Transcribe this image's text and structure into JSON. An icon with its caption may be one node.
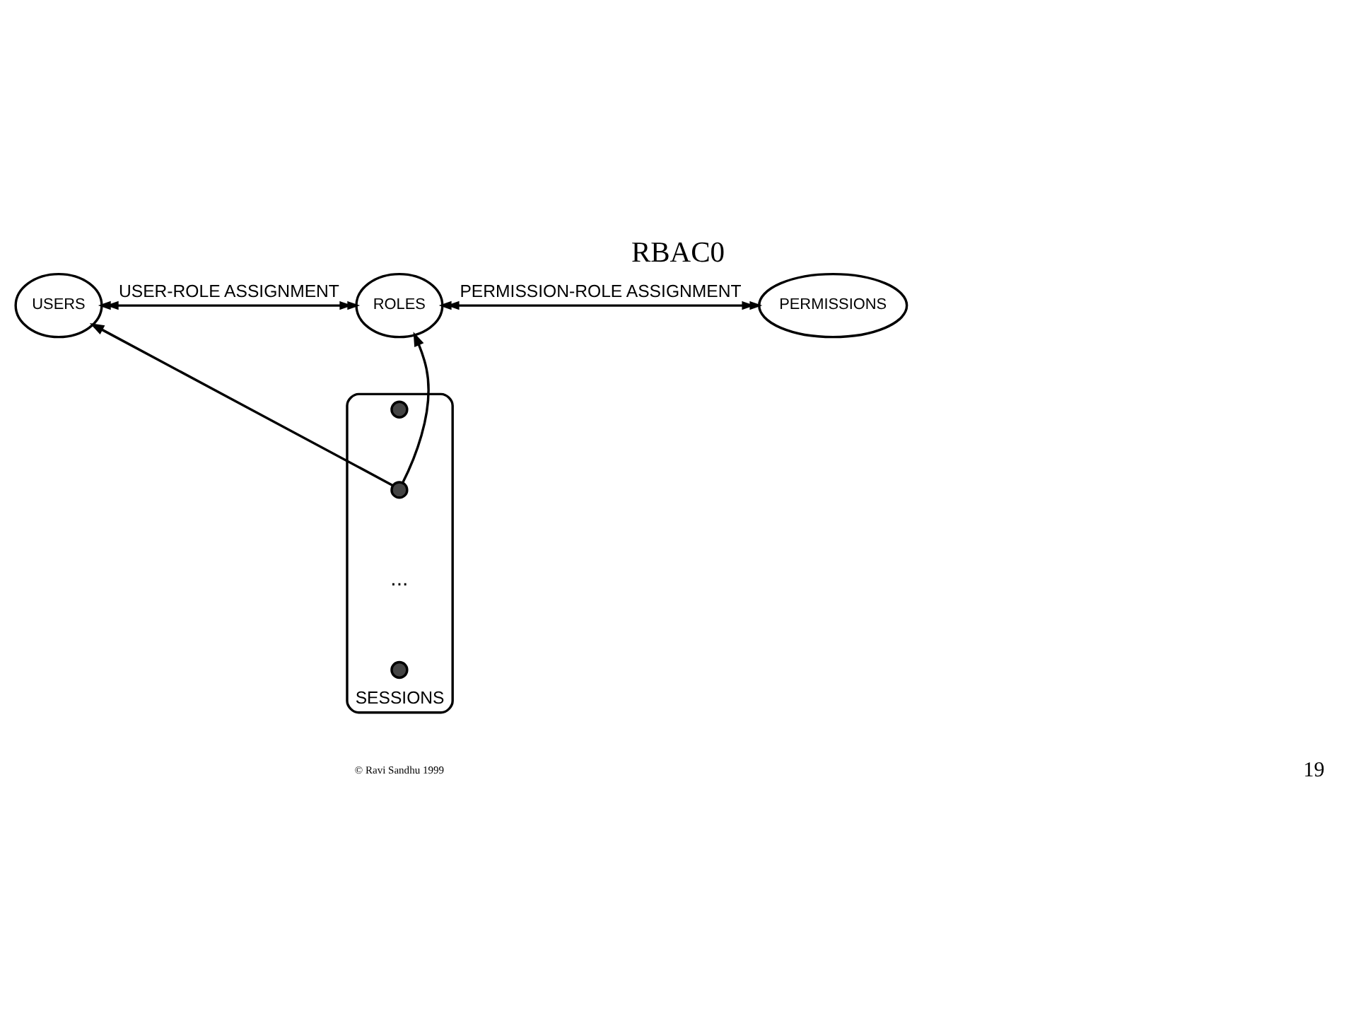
{
  "diagram": {
    "title": "RBAC0",
    "nodes": [
      {
        "text": [
          "USERS"
        ]
      },
      {
        "text": [
          "ROLES"
        ]
      },
      {
        "text": [
          "PERMISSIONS"
        ]
      },
      {
        "text": [],
        "shape": "ellipse",
        "beside": [
          "SESSIONS"
        ]
      },
      {
        "text": [],
        "shape": "circle",
        "in": 3
      },
      {
        "text": [],
        "shape": "circle",
        "in": 3
      },
      {
        "text": [],
        "shape": "circle",
        "in": 3
      }
    ],
    "edges": [
      {
        "from": 0,
        "to": 1,
        "arrow": "both",
        "label": "USER-ROLE ASSIGNMENT"
      },
      {
        "from": 1,
        "to": 2,
        "arrow": "both",
        "label": "PERMISSION-ROLE ASSIGNMENT"
      },
      {
        "from": 5,
        "to": 0,
        "arrow": "to"
      },
      {
        "from": 5,
        "to": 1,
        "arrow": "to"
      }
    ],
    "labels": [
      "...",
      "© Ravi Sandhu 1999",
      "19"
    ]
  }
}
